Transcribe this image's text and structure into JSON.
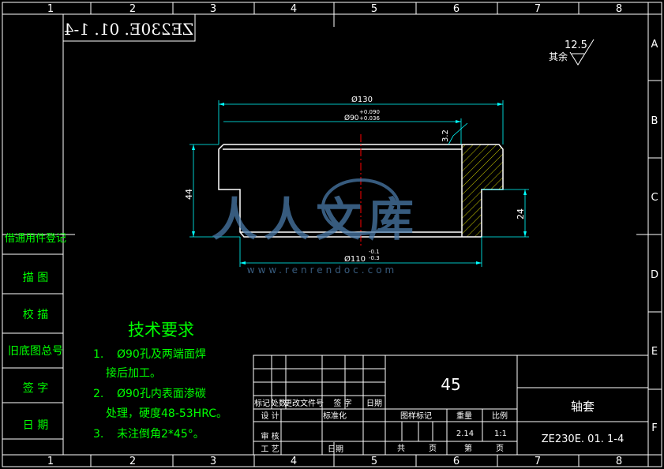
{
  "colors": {
    "background": "#000000",
    "border": "#ffffff",
    "text_white": "#ffffff",
    "text_green": "#00ff00",
    "dimension": "#00ffff",
    "hatch": "#ffff00",
    "centerline": "#ff0000",
    "watermark": "#4a7aa8"
  },
  "frame": {
    "top_zone_numbers": [
      "1",
      "2",
      "3",
      "4",
      "5",
      "6",
      "7",
      "8"
    ],
    "bottom_zone_numbers": [
      "1",
      "2",
      "3",
      "4",
      "5",
      "6",
      "7",
      "8"
    ],
    "right_zone_letters": [
      "A",
      "B",
      "C",
      "D",
      "E",
      "F"
    ]
  },
  "mirror_code": "ZE230E. 01. 1-4",
  "roughness": {
    "prefix": "其余",
    "value": "12.5"
  },
  "dimensions": {
    "d130": "Ø130",
    "d90": "Ø90",
    "d90_tol_upper": "+0.090",
    "d90_tol_lower": "+0.036",
    "roughness_bore": "3.2",
    "h44": "44",
    "h24": "24",
    "d110": "Ø110",
    "d110_tol_upper": "-0.1",
    "d110_tol_lower": "-0.3"
  },
  "watermark": {
    "text": "人人文库",
    "url": "www.renrendoc.com"
  },
  "left_table": [
    "借通用件登记",
    "描 图",
    "校 描",
    "旧底图总号",
    "签 字",
    "日 期"
  ],
  "tech_requirements": {
    "title": "技术要求",
    "items": [
      [
        "1.",
        "Ø90孔及两端面焊",
        "接后加工。"
      ],
      [
        "2.",
        "Ø90孔内表面渗碳",
        "处理，硬度48-53HRC。"
      ],
      [
        "3.",
        "未注倒角2*45°。"
      ]
    ]
  },
  "title_block": {
    "material": "45",
    "part_name": "轴套",
    "drawing_no": "ZE230E. 01. 1-4",
    "rev_labels": [
      "标记",
      "处数",
      "更改文件号",
      "签 字",
      "日期"
    ],
    "design": "设 计",
    "standardize": "标准化",
    "review": "审 核",
    "process": "工 艺",
    "date": "日期",
    "stage_mark": "图样标记",
    "weight": "重量",
    "scale": "比例",
    "weight_value": "2.14",
    "scale_value": "1:1",
    "total_label": "共",
    "page_label": "页",
    "sheet_label": "第",
    "page_label2": "页"
  }
}
